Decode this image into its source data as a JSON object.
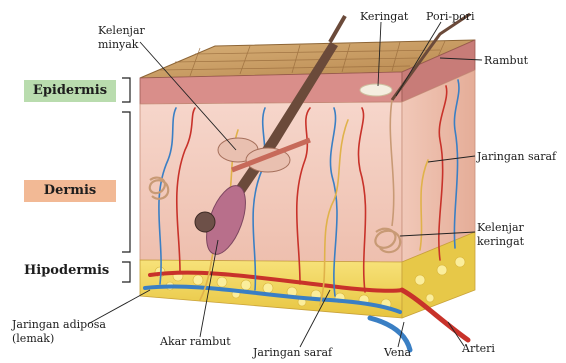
{
  "layers": {
    "epidermis": "Epidermis",
    "dermis": "Dermis",
    "hipodermis": "Hipodermis"
  },
  "labels": {
    "kelenjar_minyak_1": "Kelenjar",
    "kelenjar_minyak_2": "minyak",
    "keringat": "Keringat",
    "pori_pori": "Pori-pori",
    "rambut": "Rambut",
    "jaringan_saraf_kanan": "Jaringan saraf",
    "kelenjar_keringat_1": "Kelenjar",
    "kelenjar_keringat_2": "keringat",
    "jaringan_adiposa_1": "Jaringan adiposa",
    "jaringan_adiposa_2": "(lemak)",
    "akar_rambut": "Akar rambut",
    "jaringan_saraf_bawah": "Jaringan saraf",
    "vena": "Vena",
    "arteri": "Arteri"
  },
  "colors": {
    "epidermis_tag": "#b9dcae",
    "dermis_tag": "#f2b995",
    "skin_surface": "#c89a5f",
    "dermis_tissue": "#f3cdbf",
    "fat": "#f4dc5a",
    "artery": "#c8322a",
    "vein": "#3a7fc4",
    "hair": "#6b4a3a",
    "nerve": "#e0b24a"
  }
}
